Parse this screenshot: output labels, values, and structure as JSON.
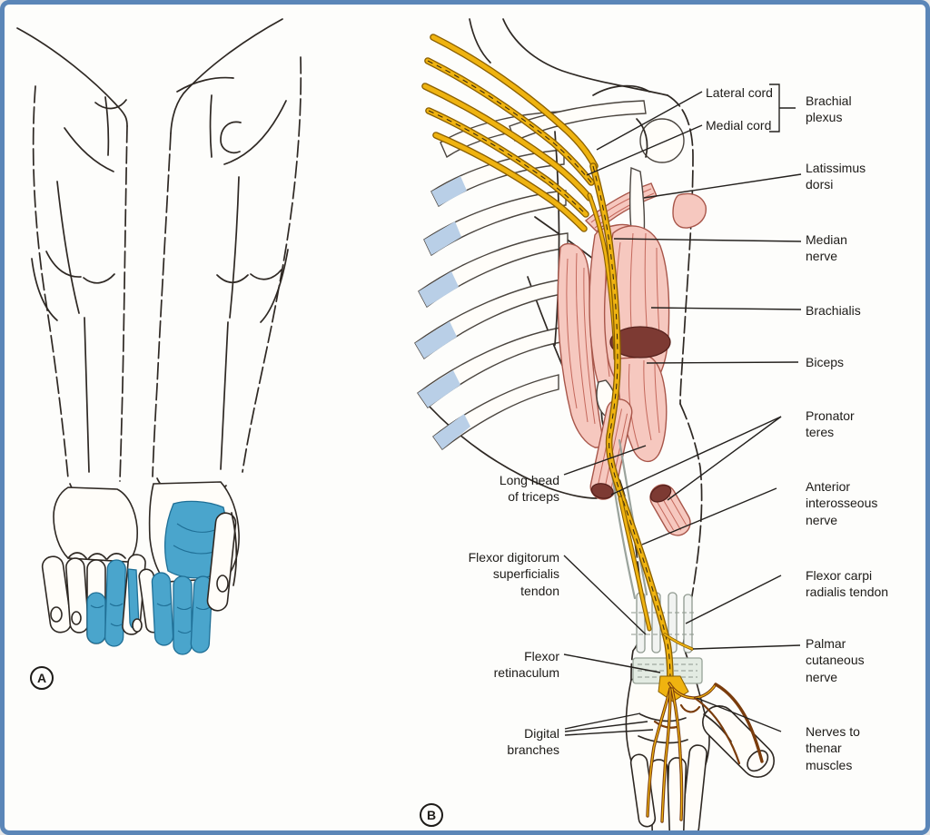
{
  "panels": {
    "a_marker": "A",
    "b_marker": "B"
  },
  "labels": {
    "lateral_cord": {
      "text": "Lateral cord"
    },
    "medial_cord": {
      "text": "Medial cord"
    },
    "brachial_plexus": {
      "text": "Brachial\nplexus"
    },
    "latissimus_dorsi": {
      "text": "Latissimus\ndorsi"
    },
    "median_nerve": {
      "text": "Median\nnerve"
    },
    "brachialis": {
      "text": "Brachialis"
    },
    "biceps": {
      "text": "Biceps"
    },
    "pronator_teres": {
      "text": "Pronator\nteres"
    },
    "anterior_interosseous_nerve": {
      "text": "Anterior\ninterosseous\nnerve"
    },
    "flexor_carpi_radialis_tendon": {
      "text": "Flexor carpi\nradialis tendon"
    },
    "palmar_cutaneous_nerve": {
      "text": "Palmar\ncutaneous\nnerve"
    },
    "nerves_to_thenar_muscles": {
      "text": "Nerves to\nthenar\nmuscles"
    },
    "long_head_of_triceps": {
      "text": "Long head\nof triceps"
    },
    "flexor_digitorum_superficialis_tendon": {
      "text": "Flexor digitorum\nsuperficialis\ntendon"
    },
    "flexor_retinaculum": {
      "text": "Flexor\nretinaculum"
    },
    "digital_branches": {
      "text": "Digital\nbranches"
    }
  },
  "colors": {
    "frame_blue": "#5b86b8",
    "sensory_blue": "#4aa5cc",
    "nerve_yellow": "#efb310",
    "nerve_brown": "#7a3c0c",
    "muscle_pink": "#f6c8bf",
    "muscle_cut": "#7d3a33",
    "rib_blue": "#b9cfe7"
  }
}
